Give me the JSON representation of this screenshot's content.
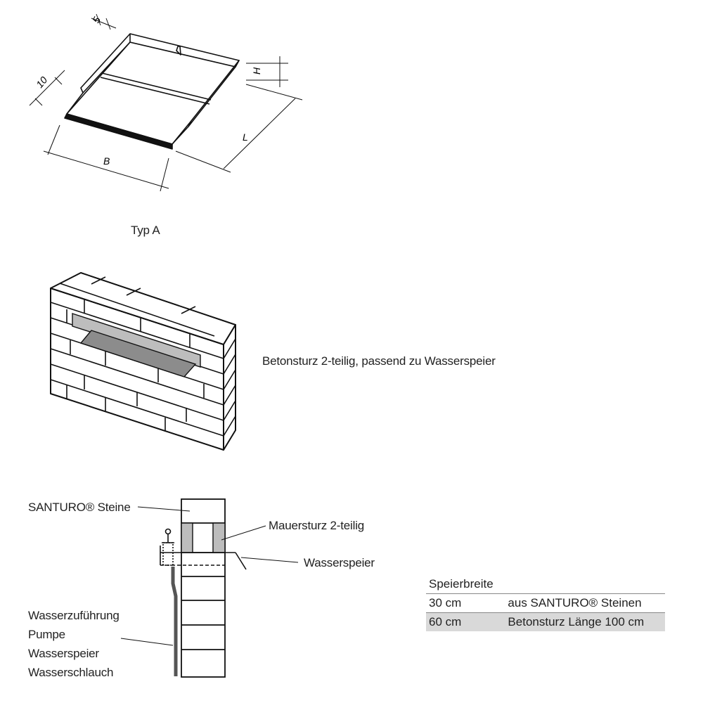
{
  "typ_a": {
    "caption": "Typ A",
    "dim_5": "5",
    "dim_10": "10",
    "dim_h": "H",
    "dim_b": "B",
    "dim_l": "L"
  },
  "wall": {
    "caption": "Betonsturz 2-teilig, passend zu Wasserspeier"
  },
  "section": {
    "label_stones": "SANTURO® Steine",
    "label_lintel": "Mauersturz 2-teilig",
    "label_spout": "Wasserspeier",
    "label_supply": [
      "Wasserzuführung",
      "Pumpe",
      "Wasserspeier",
      "Wasserschlauch"
    ]
  },
  "table": {
    "header": "Speierbreite",
    "rows": [
      {
        "width": "30 cm",
        "desc": "aus SANTURO® Steinen"
      },
      {
        "width": "60 cm",
        "desc": "Betonsturz Länge 100 cm"
      }
    ],
    "highlight_color": "#d9d9d9"
  },
  "colors": {
    "lintel_light": "#bdbdbd",
    "lintel_dark": "#8c8c8c",
    "pipe": "#555555"
  }
}
